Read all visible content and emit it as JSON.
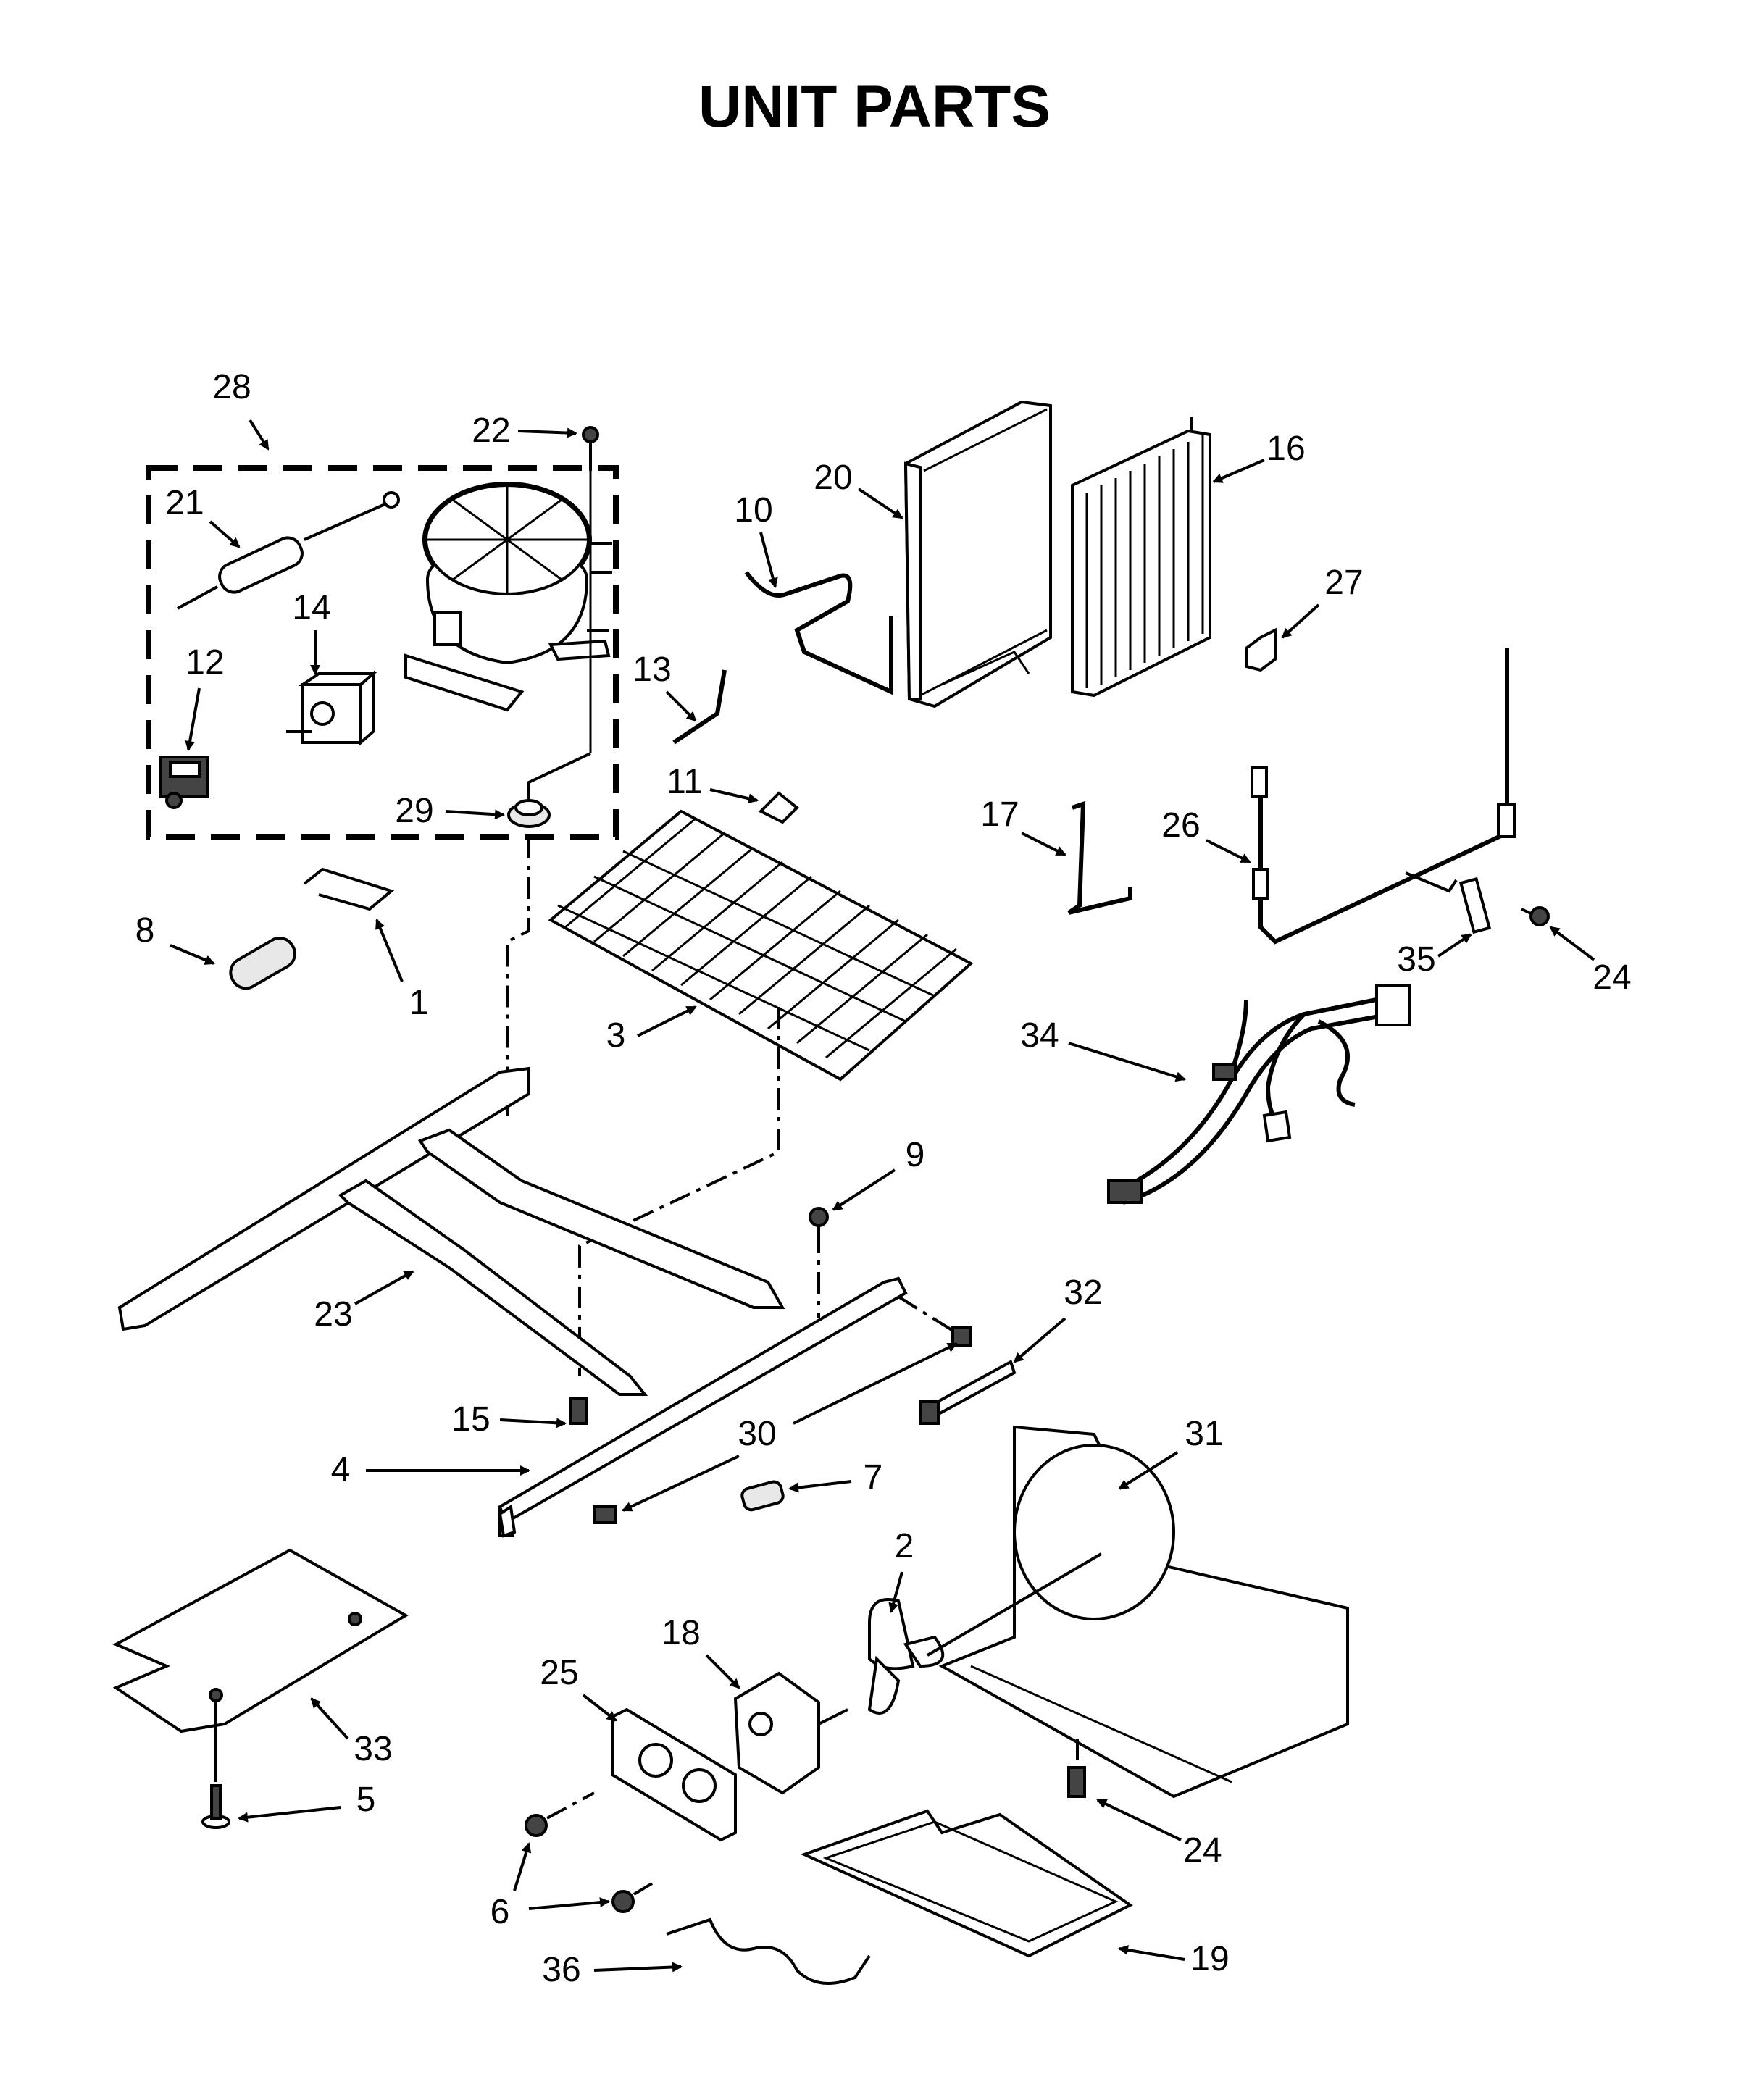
{
  "title": "UNIT PARTS",
  "labels": {
    "l1": "1",
    "l2": "2",
    "l3": "3",
    "l4": "4",
    "l5": "5",
    "l6": "6",
    "l7": "7",
    "l8": "8",
    "l9": "9",
    "l10": "10",
    "l11": "11",
    "l12": "12",
    "l13": "13",
    "l14": "14",
    "l15": "15",
    "l16": "16",
    "l17": "17",
    "l18": "18",
    "l19": "19",
    "l20": "20",
    "l21": "21",
    "l22": "22",
    "l23": "23",
    "l24a": "24",
    "l24b": "24",
    "l25": "25",
    "l26": "26",
    "l27": "27",
    "l28": "28",
    "l29": "29",
    "l30": "30",
    "l31": "31",
    "l32": "32",
    "l33": "33",
    "l34": "34",
    "l35": "35",
    "l36": "36"
  }
}
